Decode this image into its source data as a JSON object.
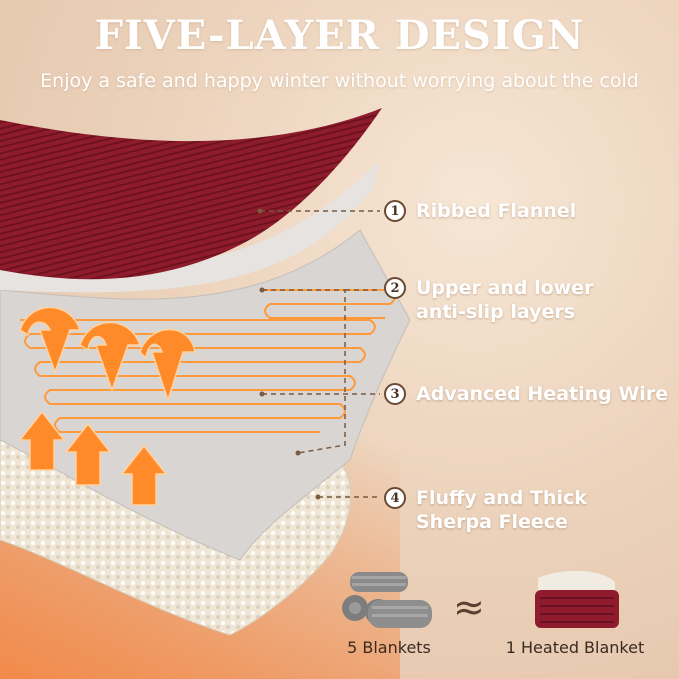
{
  "title": "FIVE-LAYER DESIGN",
  "subtitle": "Enjoy a safe and happy winter without worrying about the cold",
  "layers": [
    {
      "number": "1",
      "label_lines": [
        "Ribbed Flannel"
      ]
    },
    {
      "number": "2",
      "label_lines": [
        "Upper and lower",
        "anti-slip layers"
      ]
    },
    {
      "number": "3",
      "label_lines": [
        "Advanced Heating Wire"
      ]
    },
    {
      "number": "4",
      "label_lines": [
        "Fluffy and Thick",
        "Sherpa Fleece"
      ]
    }
  ],
  "comparison": {
    "left_caption": "5 Blankets",
    "symbol": "≈",
    "right_caption": "1 Heated Blanket"
  },
  "colors": {
    "flannel": "#8e1c2c",
    "heat_wire": "#ff9a3c",
    "sherpa": "#efe6d6",
    "leader_line": "#7a5a40"
  }
}
